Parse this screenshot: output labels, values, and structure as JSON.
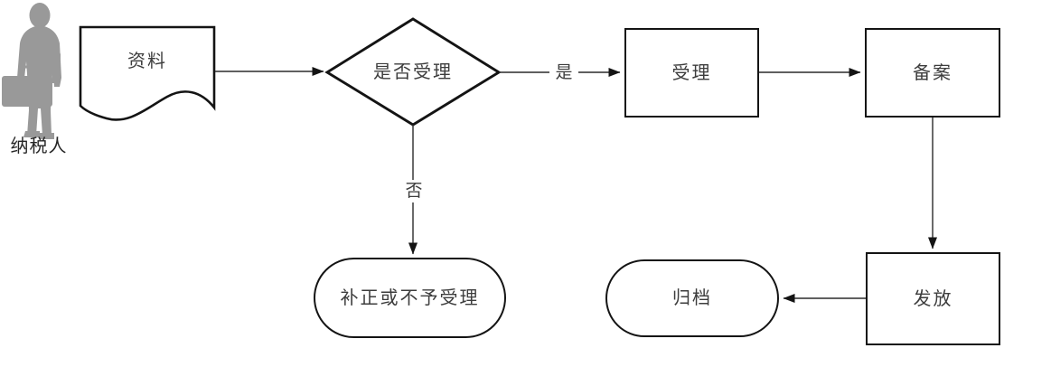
{
  "diagram": {
    "type": "flowchart",
    "language": "zh-CN",
    "background": "#ffffff",
    "actor": {
      "label": "纳税人",
      "icon": "taxpayer-person-icon",
      "fill_color": "#999999"
    },
    "nodes": {
      "ziliao": {
        "label": "资料",
        "shape": "document"
      },
      "shifou": {
        "label": "是否受理",
        "shape": "decision"
      },
      "shouli": {
        "label": "受理",
        "shape": "process"
      },
      "beian": {
        "label": "备案",
        "shape": "process"
      },
      "buzheng": {
        "label": "补正或不予受理",
        "shape": "terminator"
      },
      "guidang": {
        "label": "归档",
        "shape": "terminator"
      },
      "fafang": {
        "label": "发放",
        "shape": "process"
      }
    },
    "edge_labels": {
      "yes": "是",
      "no": "否"
    },
    "edges": [
      {
        "from": "资料",
        "to": "是否受理",
        "label": ""
      },
      {
        "from": "是否受理",
        "to": "受理",
        "label": "是"
      },
      {
        "from": "是否受理",
        "to": "补正或不予受理",
        "label": "否"
      },
      {
        "from": "受理",
        "to": "备案",
        "label": ""
      },
      {
        "from": "备案",
        "to": "发放",
        "label": ""
      },
      {
        "from": "发放",
        "to": "归档",
        "label": ""
      }
    ],
    "colors": {
      "shape_stroke": "#141414",
      "connector_stroke": "#2b2b2b",
      "text": "#3d3d3d",
      "actor_fill": "#999999",
      "shape_fill": "#ffffff"
    }
  }
}
